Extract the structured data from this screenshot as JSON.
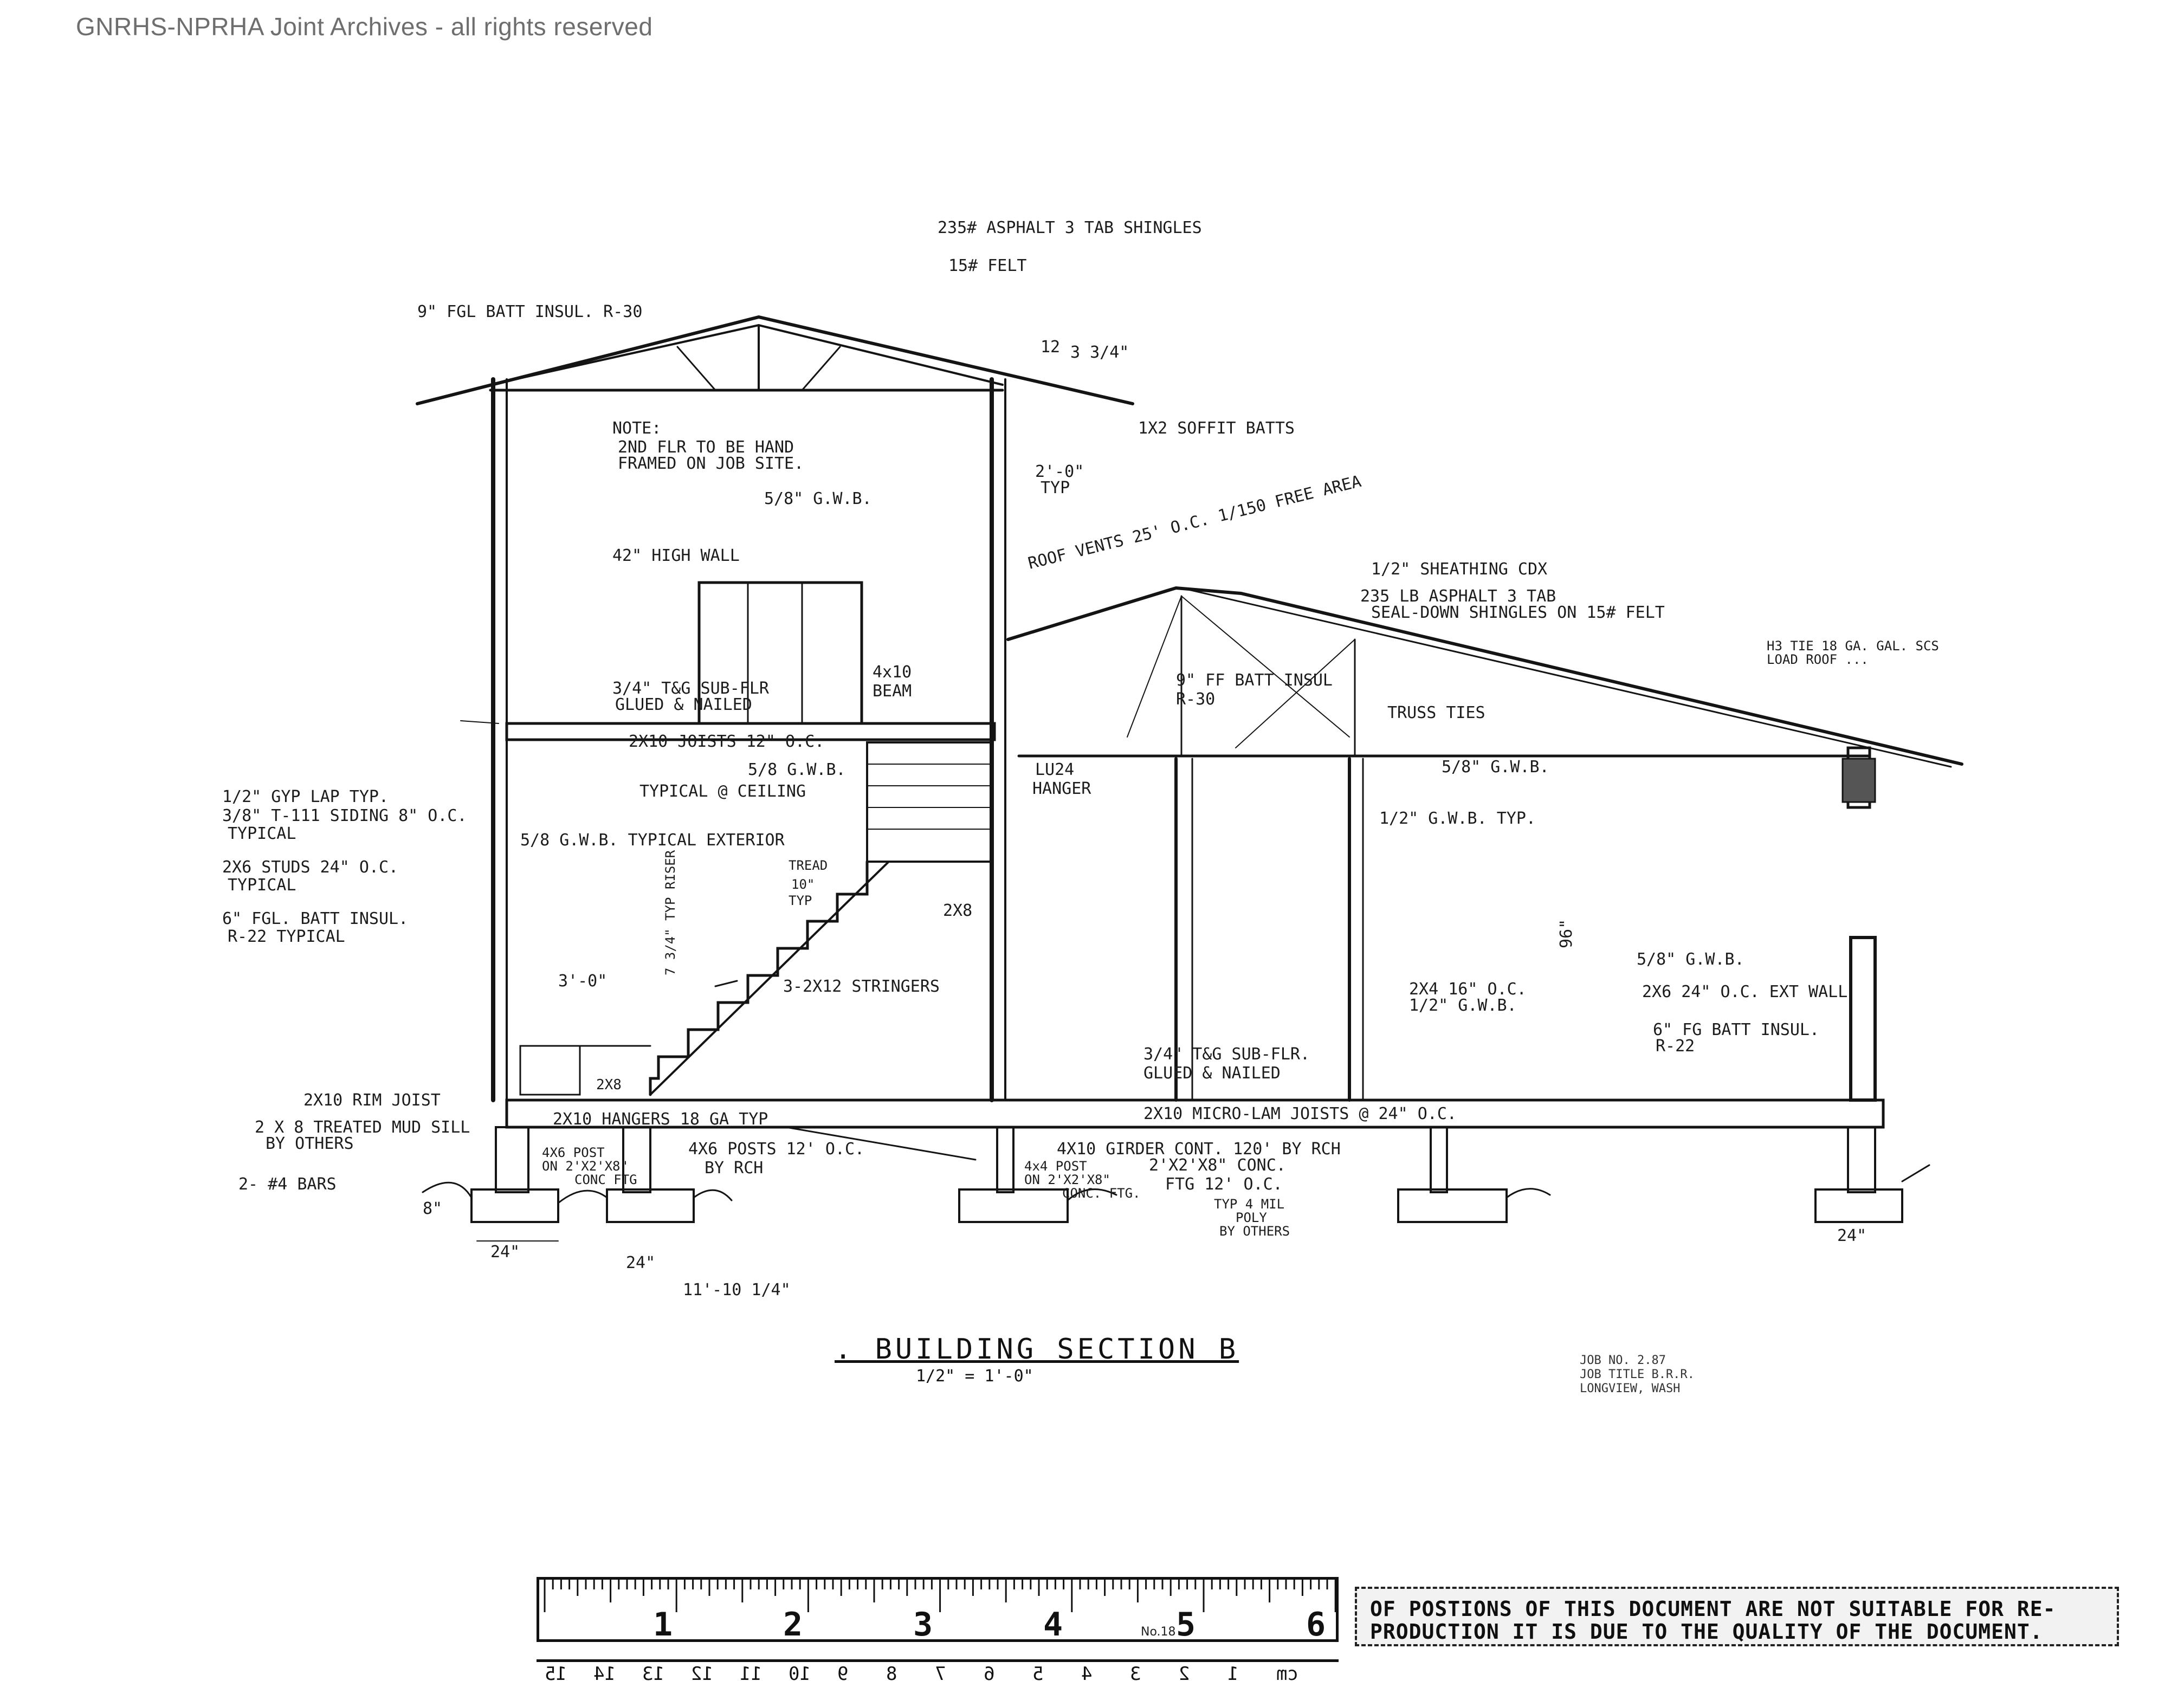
{
  "header": {
    "watermark": "GNRHS-NPRHA Joint Archives - all rights reserved"
  },
  "drawing": {
    "title": ". BUILDING SECTION B",
    "scale": "1/2\" = 1'-0\"",
    "notes": {
      "roof_asphalt": "235# ASPHALT 3 TAB SHINGLES",
      "felt": "15# FELT",
      "batt_r30_top": "9\" FGL BATT INSUL. R-30",
      "pitch": "12",
      "pitch_val": "3 3/4\"",
      "soffit": "1X2 SOFFIT BATTS",
      "note_head": "NOTE:",
      "note_line1": "2ND FLR TO BE HAND",
      "note_line2": "FRAMED ON JOB SITE.",
      "gwb_upper": "5/8\" G.W.B.",
      "two_ft": "2'-0\"",
      "typ": "TYP",
      "roof_vents": "ROOF VENTS 25' O.C. 1/150 FREE AREA",
      "high_wall": "42\" HIGH WALL",
      "sheathing": "1/2\" SHEATHING CDX",
      "asphalt_low": "235 LB ASPHALT 3 TAB",
      "shingles_low": "SEAL-DOWN SHINGLES ON 15# FELT",
      "subflr_upper1": "3/4\" T&G SUB-FLR",
      "subflr_upper2": "GLUED & NAILED",
      "beam1": "4x10",
      "beam2": "BEAM",
      "batt_r30_low1": "9\" FF BATT INSUL",
      "batt_r30_low2": "R-30",
      "truss_ties": "TRUSS TIES",
      "h3_tie1": "H3 TIE 18 GA. GAL. SCS",
      "h3_tie2": "LOAD ROOF ...",
      "joists_upper": "2X10 JOISTS 12\" O.C.",
      "gwb_ceiling1": "5/8 G.W.B.",
      "gwb_ceiling2": "TYPICAL @ CEILING",
      "hanger": "LU24",
      "hanger2": "HANGER",
      "gwb_right": "5/8\" G.W.B.",
      "gyp_lap": "1/2\" GYP LAP TYP.",
      "siding": "3/8\" T-111 SIDING 8\" O.C.",
      "siding_typ": "TYPICAL",
      "studs": "2X6 STUDS 24\" O.C.",
      "studs_typ": "TYPICAL",
      "batt_r22_1": "6\" FGL. BATT INSUL.",
      "batt_r22_2": "R-22 TYPICAL",
      "gwb_ext": "5/8 G.W.B. TYPICAL EXTERIOR",
      "tread1": "TREAD",
      "tread2": "10\"",
      "tread3": "TYP",
      "two_by_8": "2X8",
      "riser": "7 3/4\" TYP RISER",
      "three_ft": "3'-0\"",
      "stringers": "3-2X12 STRINGERS",
      "gwb_half": "1/2\" G.W.B. TYP.",
      "ninety_six": "96\"",
      "gwb_right2": "5/8\" G.W.B.",
      "ext_wall": "2X6 24\" O.C. EXT WALL",
      "int_wall1": "2X4 16\" O.C.",
      "int_wall2": "1/2\" G.W.B.",
      "batt_r22_right1": "6\" FG BATT INSUL.",
      "batt_r22_right2": "R-22",
      "subflr_low1": "3/4\" T&G SUB-FLR.",
      "subflr_low2": "GLUED & NAILED",
      "rim_joist": "2X10 RIM JOIST",
      "treated_sill1": "2 X 8 TREATED MUD SILL",
      "treated_sill2": "BY OTHERS",
      "bars": "2- #4 BARS",
      "hangers_low": "2X10 HANGERS 18 GA TYP",
      "micro_lam": "2X10 MICRO-LAM JOISTS @ 24\" O.C.",
      "posts_a1": "4X6 POST",
      "posts_a2": "ON 2'X2'X8\"",
      "posts_a3": "CONC FTG",
      "posts_b1": "4X6 POSTS 12' O.C.",
      "posts_b2": "BY RCH",
      "girder": "4X10 GIRDER CONT. 120' BY RCH",
      "post_c1": "4x4 POST",
      "post_c2": "ON 2'X2'X8\"",
      "post_c3": "CONC. FTG.",
      "conc_ftg1": "2'X2'X8\" CONC.",
      "conc_ftg2": "FTG 12' O.C.",
      "poly1": "TYP 4 MIL",
      "poly2": "POLY",
      "poly3": "BY OTHERS",
      "dim_24": "24\"",
      "dim_24b": "24\"",
      "dim_span": "11'-10 1/4\"",
      "dim_right24": "24\"",
      "dim_8": "8\""
    },
    "title_block": {
      "job_no": "JOB NO. 2.87",
      "job_title": "JOB TITLE B.R.R.",
      "location": "LONGVIEW, WASH"
    }
  },
  "ruler": {
    "inch_labels": [
      "1",
      "2",
      "3",
      "4",
      "5",
      "6"
    ],
    "maker": "No.18",
    "cm_labels": [
      "15",
      "14",
      "13",
      "12",
      "11",
      "10",
      "9",
      "8",
      "7",
      "6",
      "5",
      "4",
      "3",
      "2",
      "1",
      "cm"
    ]
  },
  "notice": {
    "line1": "OF POSTIONS OF THIS DOCUMENT ARE NOT SUITABLE FOR RE-",
    "line2": "PRODUCTION IT IS DUE TO THE QUALITY OF THE DOCUMENT."
  }
}
